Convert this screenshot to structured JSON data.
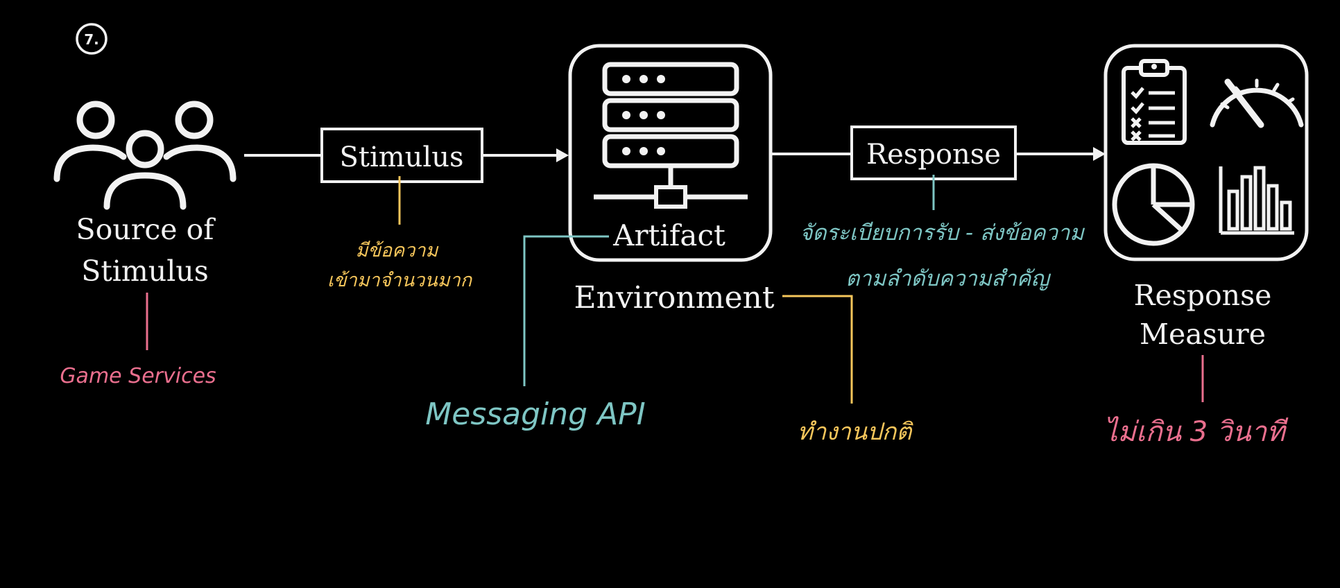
{
  "step_number": "7.",
  "nodes": {
    "source": "Source of Stimulus",
    "source_lines": [
      "Source of",
      "Stimulus"
    ],
    "stimulus": "Stimulus",
    "artifact": "Artifact",
    "environment": "Environment",
    "response": "Response",
    "measure_lines": [
      "Response",
      "Measure"
    ]
  },
  "annotations": {
    "source": "Game Services",
    "stimulus_lines": [
      "มีข้อความ",
      "เข้ามาจำนวนมาก"
    ],
    "artifact": "Messaging API",
    "environment": "ทำงานปกติ",
    "response_lines": [
      "จัดระเบียบการรับ - ส่งข้อความ",
      "ตามลำดับความสำคัญ"
    ],
    "measure": "ไม่เกิน 3 วินาที"
  },
  "colors": {
    "diagram": "#f2f2f2",
    "background": "#000000",
    "pink": "#ea6f8e",
    "yellow": "#f6c65b",
    "teal": "#7ec6c4"
  },
  "icons": [
    "people-group-icon",
    "server-rack-icon",
    "clipboard-checklist-icon",
    "gauge-icon",
    "pie-chart-icon",
    "bar-chart-icon"
  ]
}
